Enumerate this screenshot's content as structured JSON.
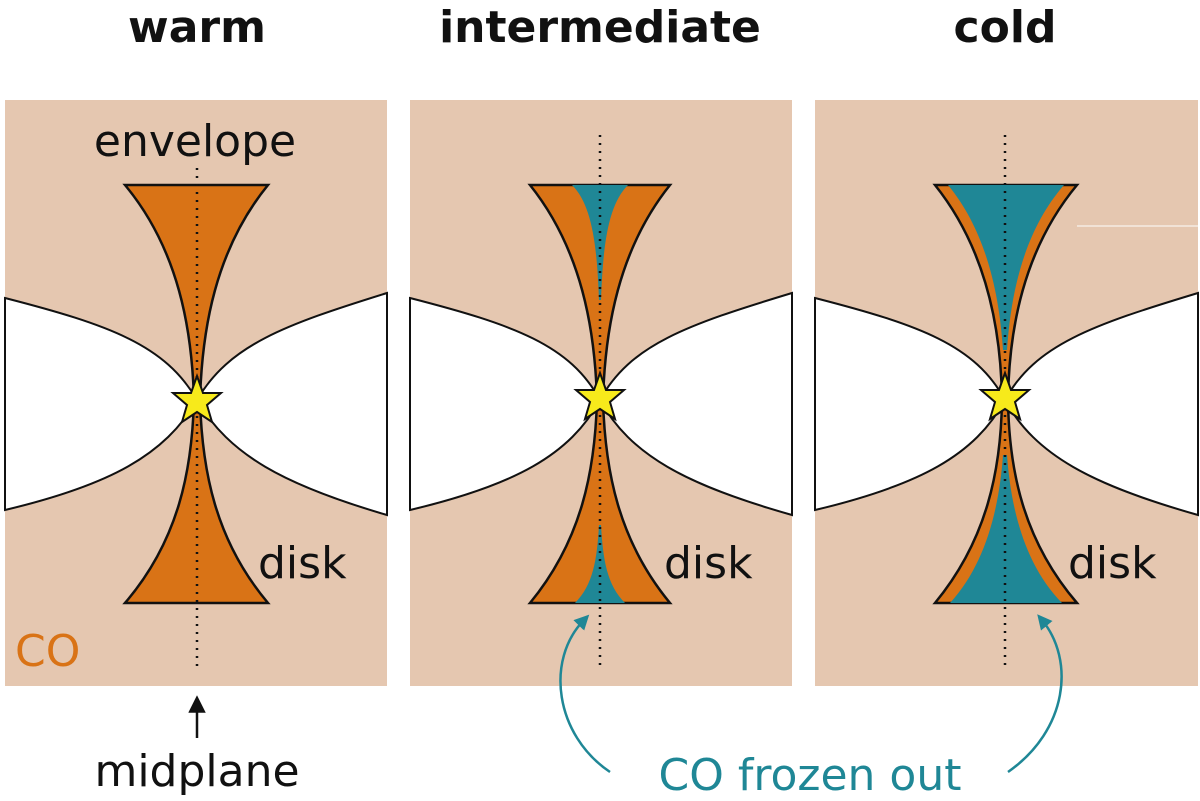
{
  "titles": {
    "warm": "warm",
    "intermediate": "intermediate",
    "cold": "cold"
  },
  "labels": {
    "envelope": "envelope",
    "disk": "disk",
    "co": "CO",
    "midplane": "midplane",
    "co_frozen_out": "CO frozen out"
  },
  "colors": {
    "envelope_bg": "#e5c7b0",
    "co_gas": "#d97316",
    "co_frozen": "#1f8796",
    "star": "#f7ea1b",
    "co_label": "#d97316",
    "frozen_label": "#1f8796"
  },
  "icons": {
    "star": "star-icon",
    "arrow": "arrow-icon"
  }
}
